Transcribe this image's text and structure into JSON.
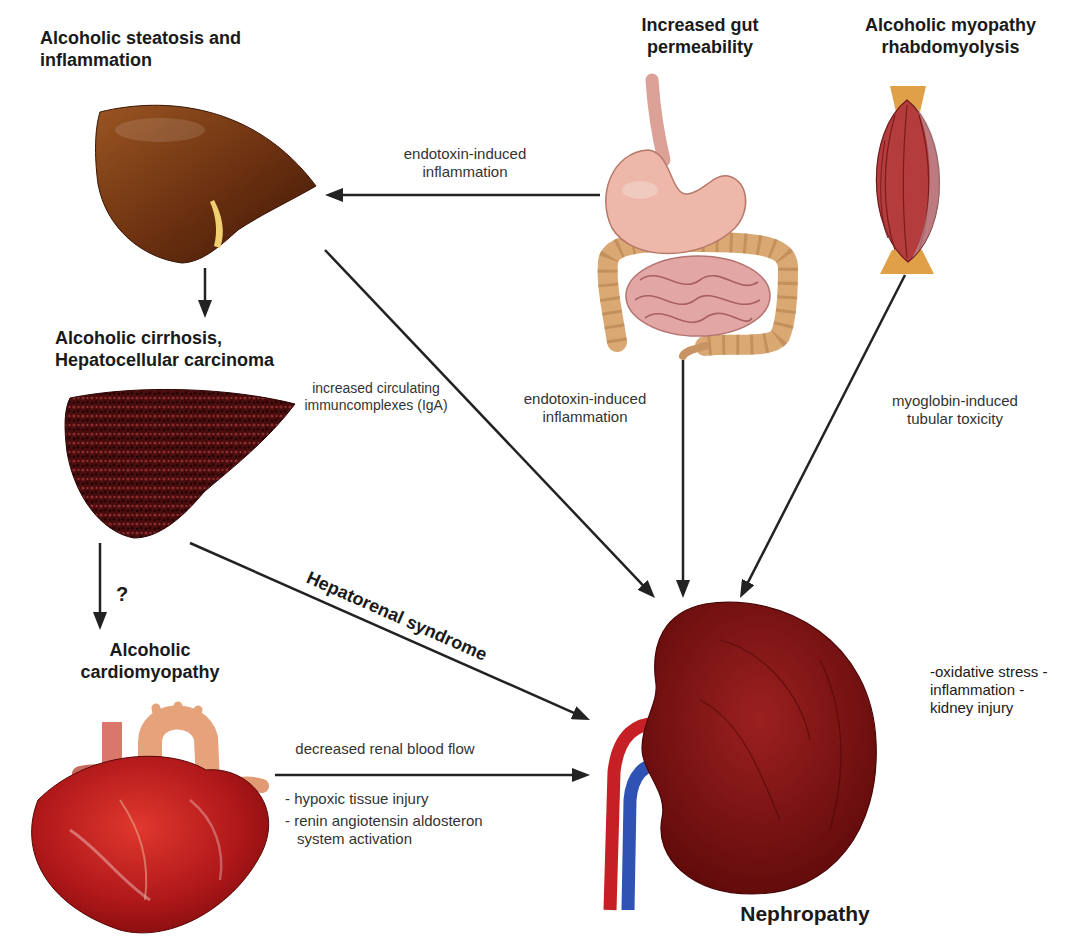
{
  "diagram": {
    "nodes": [
      {
        "text": [
          "Alcoholic steatosis and inflammation"
        ]
      },
      {
        "text": [
          "Increased gut permeability"
        ]
      },
      {
        "text": [
          "Alcoholic myopathy rhabdomyolysis"
        ]
      },
      {
        "text": [
          "Alcoholic cirrhosis, Hepatocellular carcinoma"
        ]
      },
      {
        "text": [
          "Alcoholic cardiomyopathy"
        ]
      },
      {
        "text": [
          "Nephropathy",
          "-oxidative stress -inflammation -kidney injury"
        ]
      }
    ],
    "edges": [
      {
        "from": 1,
        "to": 0,
        "arrow": "to",
        "label": "endotoxin-induced inflammation"
      },
      {
        "from": 0,
        "to": 3,
        "arrow": "to"
      },
      {
        "from": 0,
        "to": 5,
        "arrow": "to",
        "label": "increased circulating immuncomplexes (IgA)"
      },
      {
        "from": 1,
        "to": 5,
        "arrow": "to",
        "label": "endotoxin-induced inflammation"
      },
      {
        "from": 2,
        "to": 5,
        "arrow": "to",
        "label": "myoglobin-induced tubular toxicity"
      },
      {
        "from": 3,
        "to": 4,
        "arrow": "to",
        "label": "?"
      },
      {
        "from": 3,
        "to": 5,
        "arrow": "to",
        "label": "Hepatorenal syndrome"
      },
      {
        "from": 4,
        "to": 5,
        "arrow": "to",
        "label": "decreased renal blood flow"
      }
    ],
    "labels": [
      "- hypoxic tissue injury",
      "- renin angiotensin aldosteron system activation"
    ]
  }
}
